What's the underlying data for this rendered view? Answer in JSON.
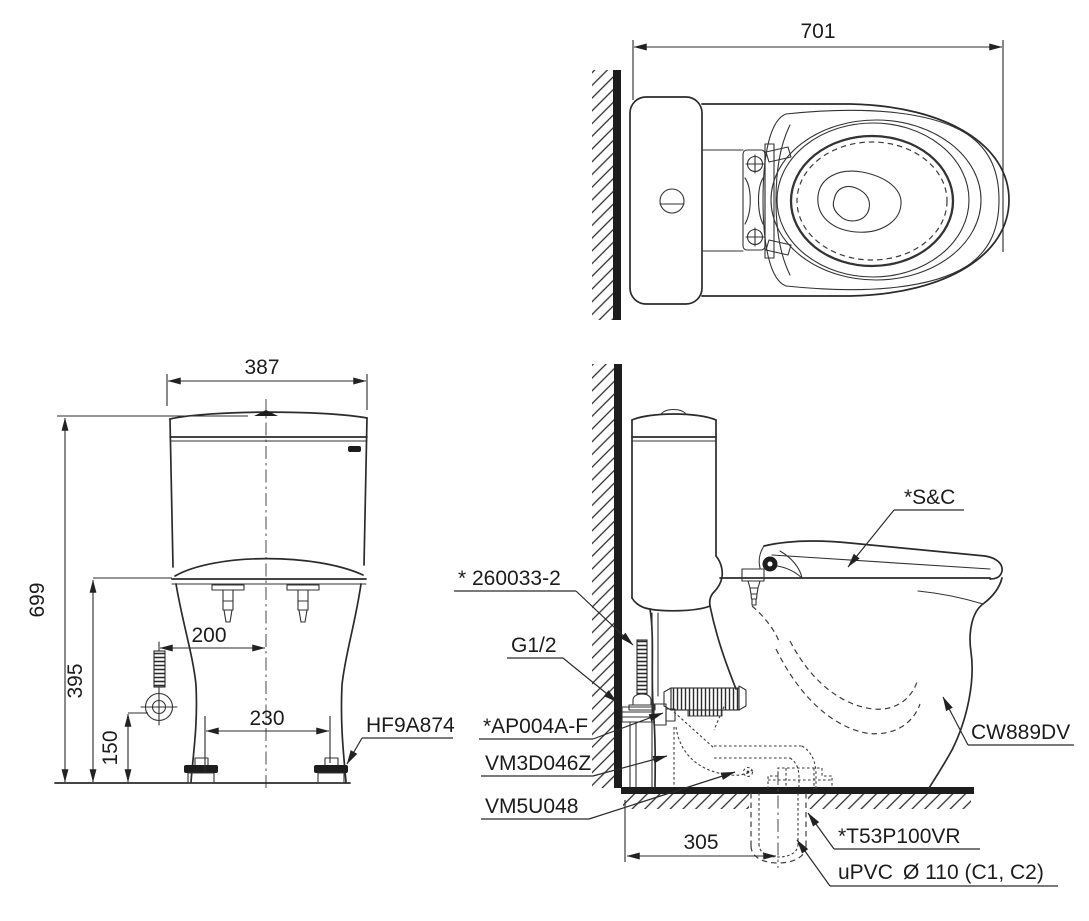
{
  "title": "CW889DV one-piece toilet installation drawing",
  "views": {
    "top": {
      "width_dim": "701"
    },
    "front": {
      "width_dim": "387",
      "total_height_dim": "699",
      "rim_height_dim": "395",
      "inlet_height_dim": "150",
      "inlet_offset_dim": "200",
      "bolt_spacing_dim": "230",
      "bolt_cap_part": "HF9A874"
    },
    "side": {
      "rough_in_dim": "305",
      "seat_part": "*S&C",
      "wall_bolt_part": "* 260033-2",
      "supply_thread": "G1/2",
      "stop_valve_part": "*AP004A-F",
      "flush_valve_part": "VM3D046Z",
      "outlet_part": "VM5U048",
      "body_part": "CW889DV",
      "flange_part": "*T53P100VR",
      "pipe_material": "uPVC",
      "pipe_size": "Ø 110 (C1, C2)"
    }
  }
}
